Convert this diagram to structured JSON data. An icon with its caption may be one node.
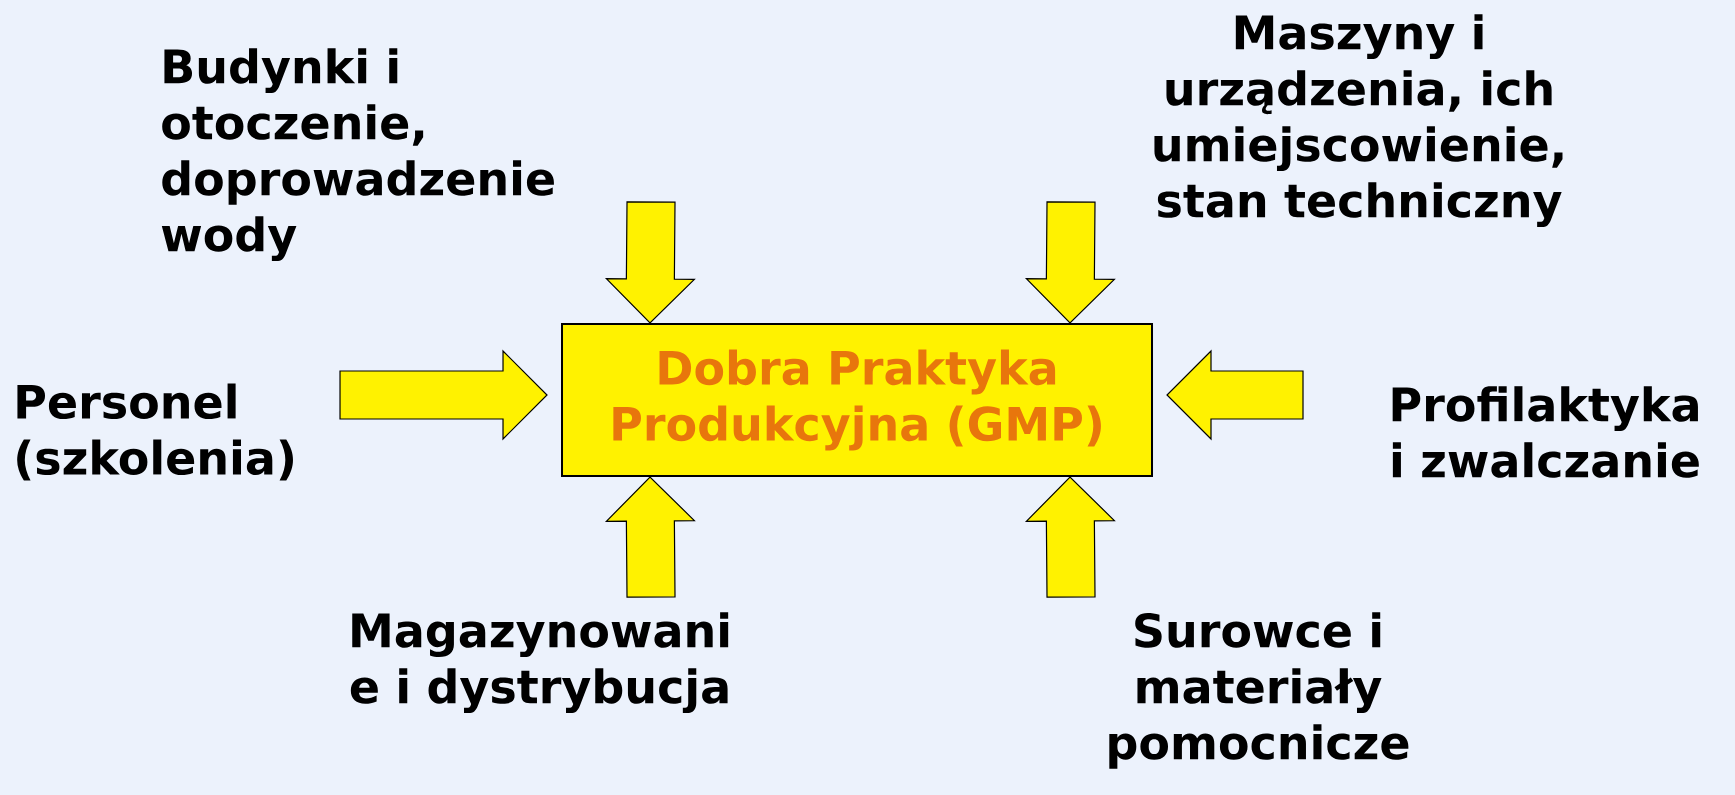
{
  "diagram": {
    "nodes": [
      {
        "text": [
          "Dobra Praktyka Produkcyjna (GMP)"
        ]
      },
      {
        "text": [
          "Budynki i otoczenie, doprowadzenie wody"
        ]
      },
      {
        "text": [
          "Maszyny i urządzenia, ich umiejscowienie, stan techniczny"
        ]
      },
      {
        "text": [
          "Personel (szkolenia)"
        ]
      },
      {
        "text": [
          "Profilaktyka i zwalczanie"
        ]
      },
      {
        "text": [
          "Magazynowani e i dystrybucja"
        ]
      },
      {
        "text": [
          "Surowce i materiały pomocnicze"
        ]
      }
    ],
    "edges": [
      {
        "from": 1,
        "to": 0,
        "arrow": "to"
      },
      {
        "from": 2,
        "to": 0,
        "arrow": "to"
      },
      {
        "from": 3,
        "to": 0,
        "arrow": "to"
      },
      {
        "from": 4,
        "to": 0,
        "arrow": "to"
      },
      {
        "from": 5,
        "to": 0,
        "arrow": "to"
      },
      {
        "from": 6,
        "to": 0,
        "arrow": "to"
      }
    ]
  }
}
